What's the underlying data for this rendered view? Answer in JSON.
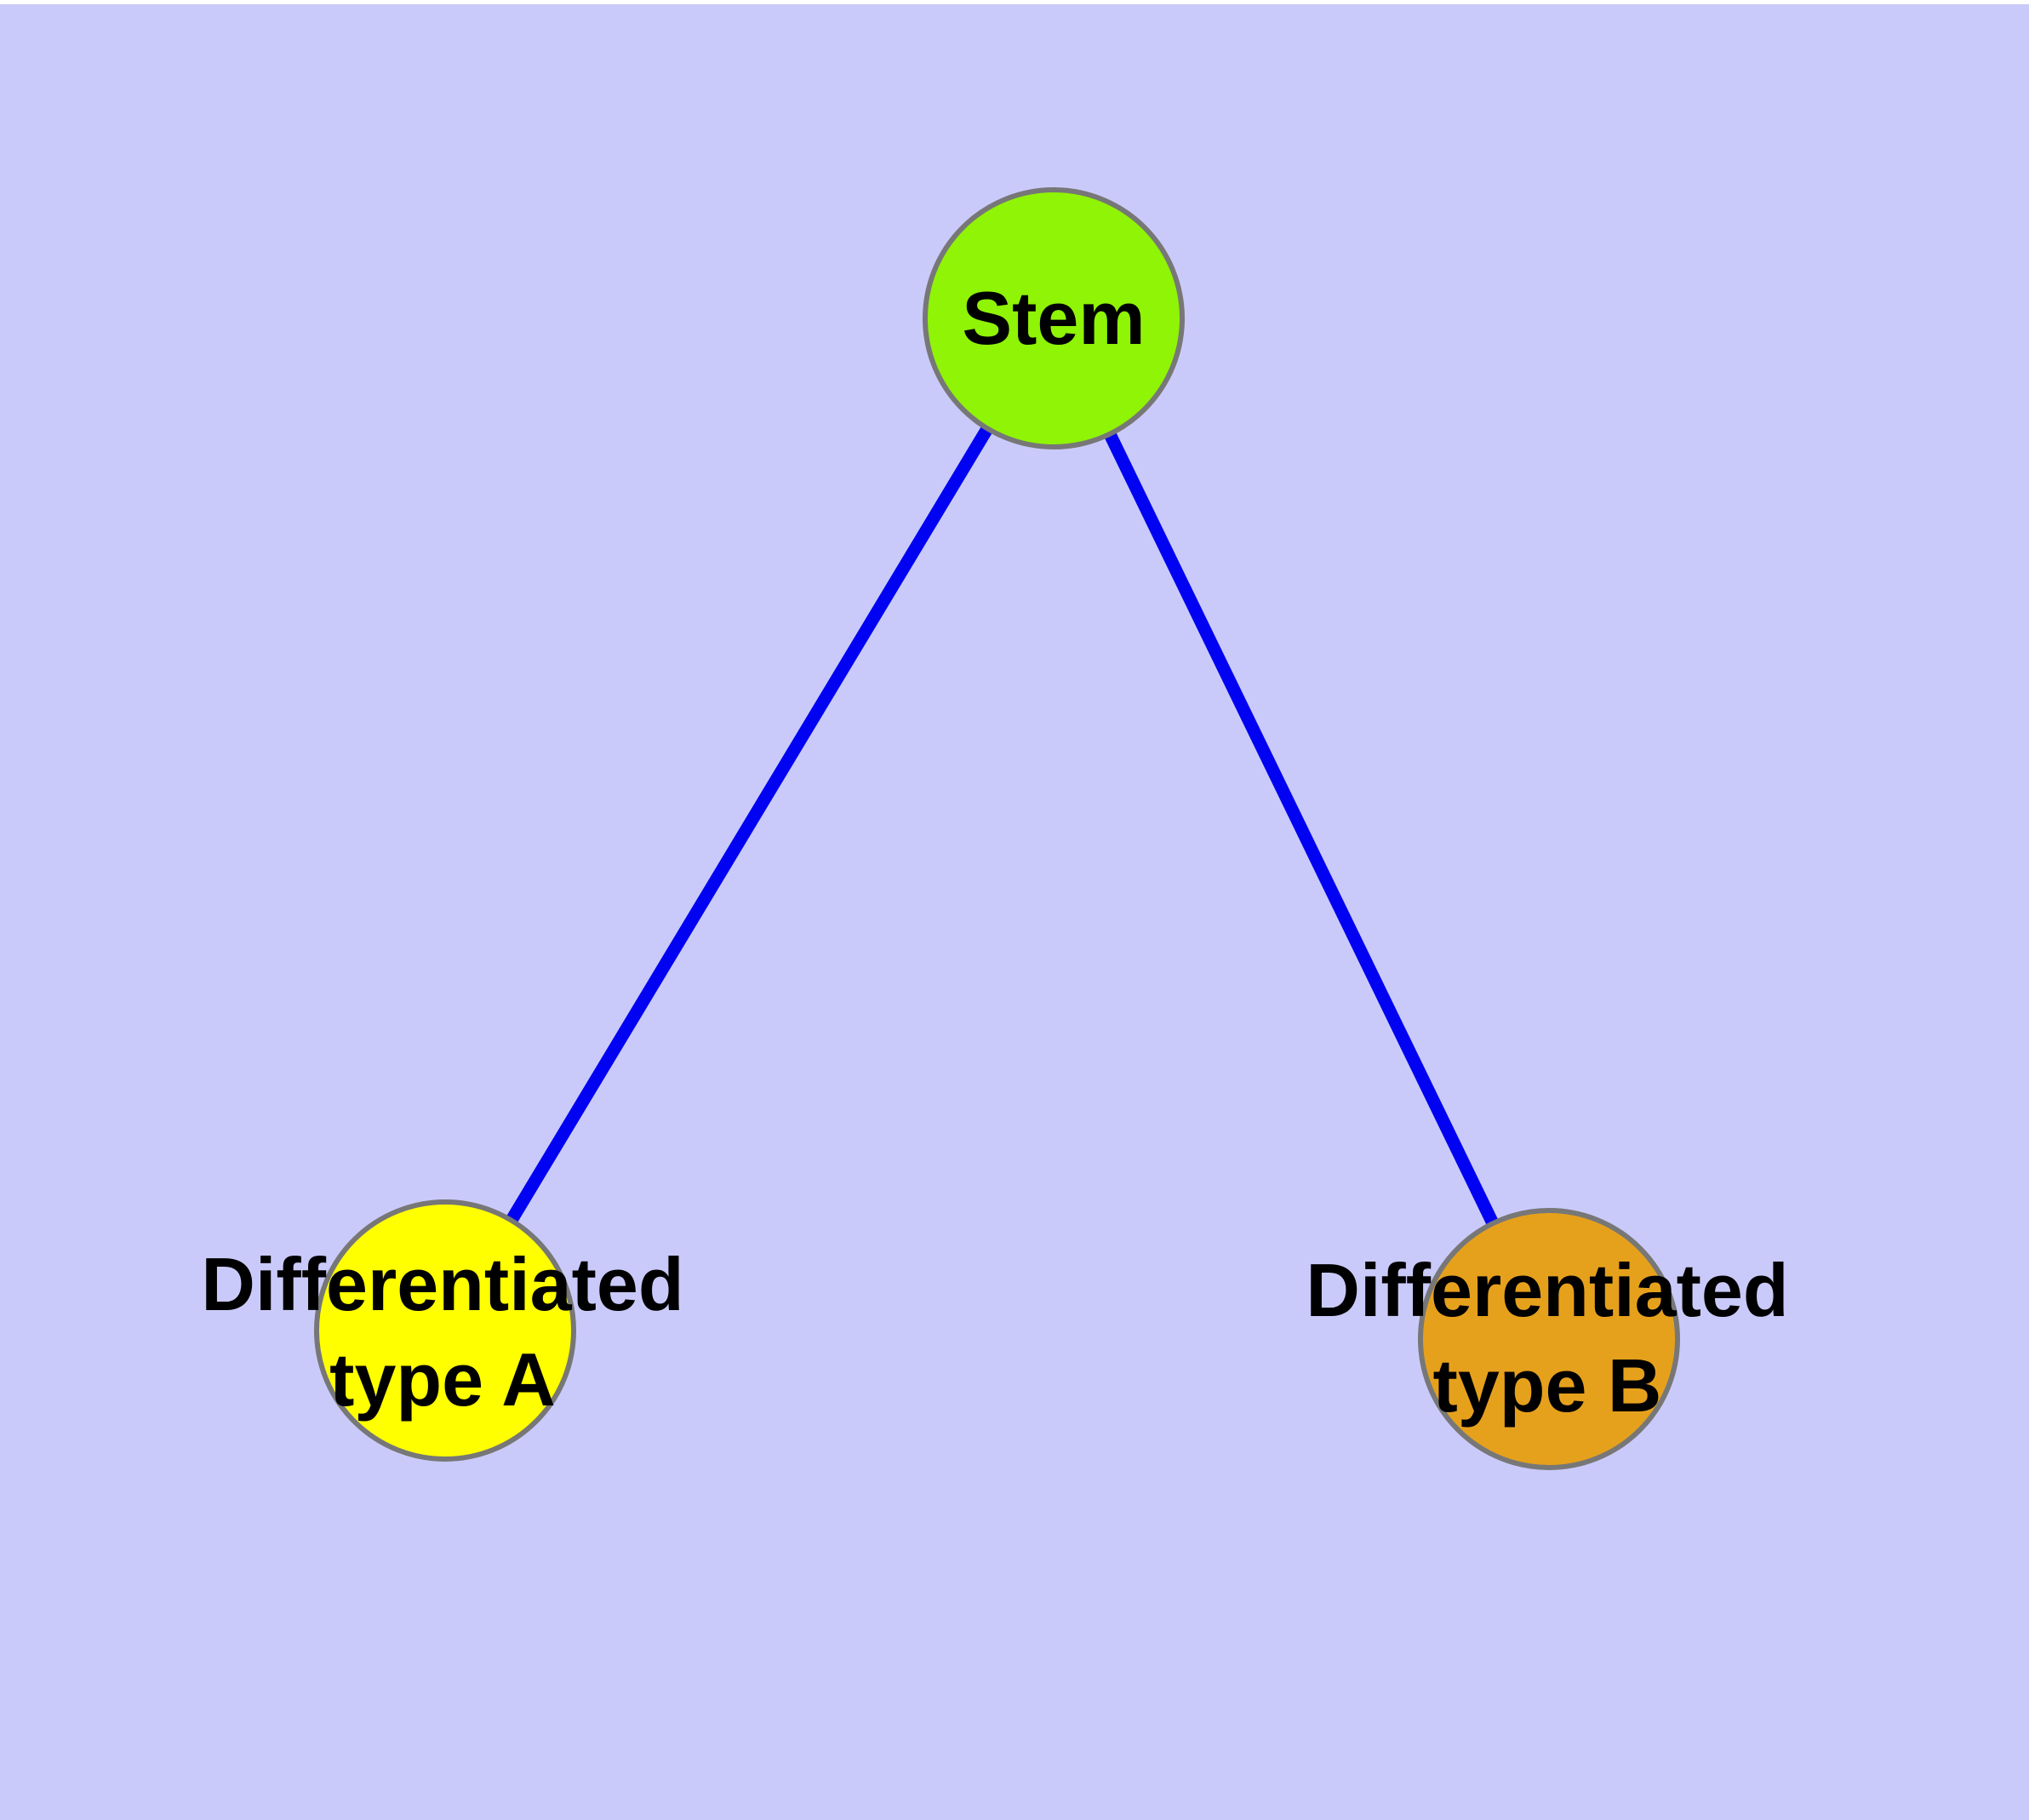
{
  "diagram": {
    "background": "#cacafa",
    "page_margin_color": "#ffffff",
    "text_color": "#000000",
    "node_border_color": "#777777",
    "edge_color": "#0202f2",
    "nodes": {
      "stem": {
        "label": "Stem",
        "fill": "#8ff405"
      },
      "type_a": {
        "label_line1": "Differentiated",
        "label_line2": "type A",
        "fill": "#ffff00"
      },
      "type_b": {
        "label_line1": "Differentiated",
        "label_line2": "type B",
        "fill": "#e6a11c"
      }
    },
    "edges": [
      {
        "from": "Stem",
        "to": "Differentiated type A"
      },
      {
        "from": "Stem",
        "to": "Differentiated type B"
      }
    ]
  }
}
